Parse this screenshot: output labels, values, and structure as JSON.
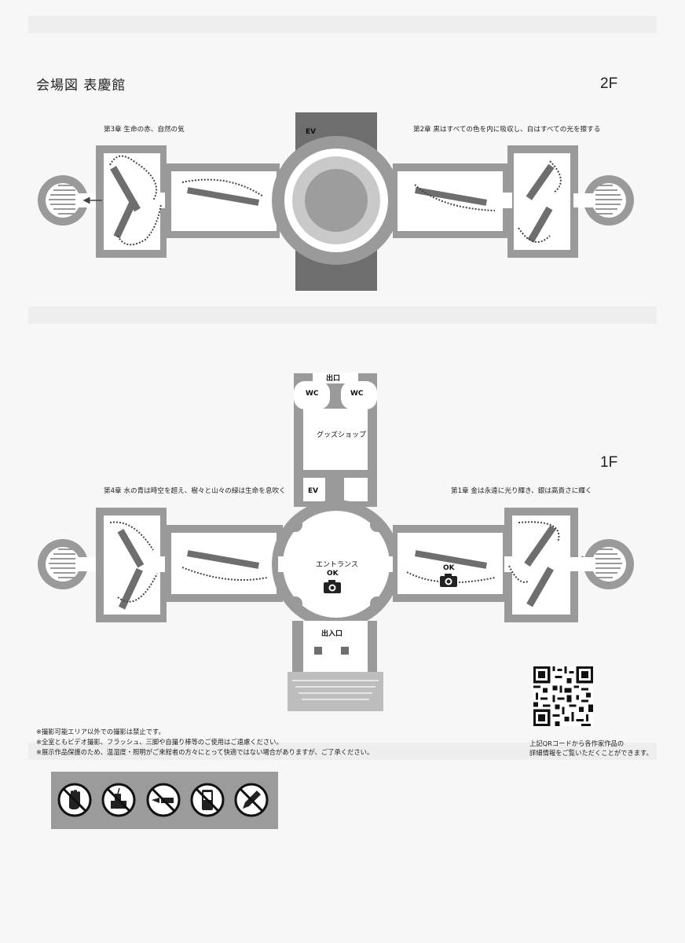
{
  "map_title": "会場図 表慶館",
  "floors": {
    "second": {
      "label": "2F",
      "chapter_left": "第3章  生命の赤、自然の気",
      "chapter_right": "第2章  黒はすべての色を内に吸収し、白はすべての光を擦する",
      "ev": "EV"
    },
    "first": {
      "label": "1F",
      "chapter_left": "第4章  水の青は時空を超え、樹々と山々の緑は生命を息吹く",
      "chapter_right": "第1章  金は永遠に光り輝き、銀は高貴さに輝く",
      "exit": "出口",
      "wc_left": "WC",
      "wc_right": "WC",
      "goods_shop": "グッズショップ",
      "ev": "EV",
      "entrance": "エントランス",
      "photo_ok_center": "OK",
      "photo_ok_right": "OK",
      "entry_exit": "出入口"
    }
  },
  "notes": [
    "※撮影可能エリア以外での撮影は禁止です。",
    "※全室ともビデオ撮影、フラッシュ、三脚や自撮り棒等のご使用はご遠慮ください。",
    "※展示作品保護のため、温湿度・照明がご来館者の方々にとって快適ではない場合がありますが、ご了承ください。"
  ],
  "prohibited_icons": [
    "no-touching-icon",
    "no-food-drink-icon",
    "no-flash-icon",
    "no-phone-icon",
    "no-pen-icon"
  ],
  "qr_caption": [
    "上記QRコードから各作家作品の",
    "詳細情報をご覧いただくことができます。"
  ],
  "colors": {
    "wall": "#9a9a9a",
    "floor": "#ffffff",
    "dark": "#6e6e6e",
    "panel": "#9b9b9b"
  }
}
